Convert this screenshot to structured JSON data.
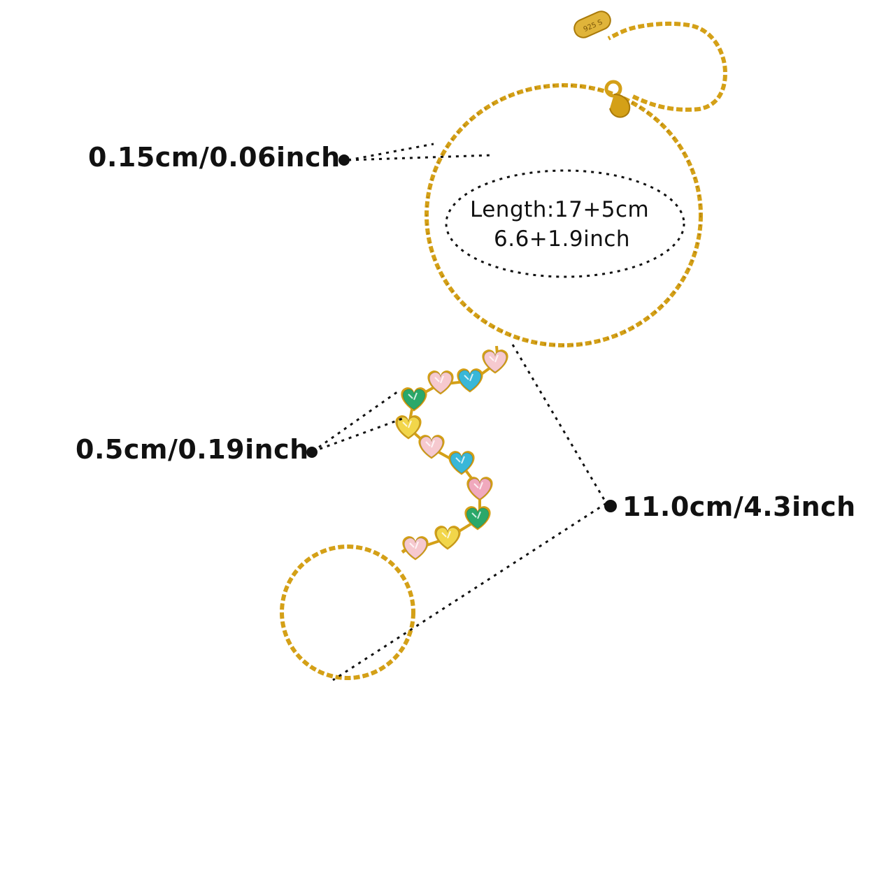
{
  "annotations": {
    "wire_thickness": "0.15cm/0.06inch",
    "stone_size": "0.5cm/0.19inch",
    "drop_length": "11.0cm/4.3inch",
    "length_line1": "Length:17+5cm",
    "length_line2": "6.6+1.9inch"
  },
  "tag_text": "925 S",
  "colors": {
    "background": "#ffffff",
    "gold": "#d4a017",
    "gold_dark": "#a97a0a",
    "text": "#111111",
    "stones": [
      "#f6c9cf",
      "#f6c9cf",
      "#39b7d8",
      "#2aa86a",
      "#f2d64a",
      "#f6c9cf",
      "#39b7d8",
      "#f0a9bd",
      "#2aa86a",
      "#f2d64a",
      "#f6c9cf"
    ]
  }
}
